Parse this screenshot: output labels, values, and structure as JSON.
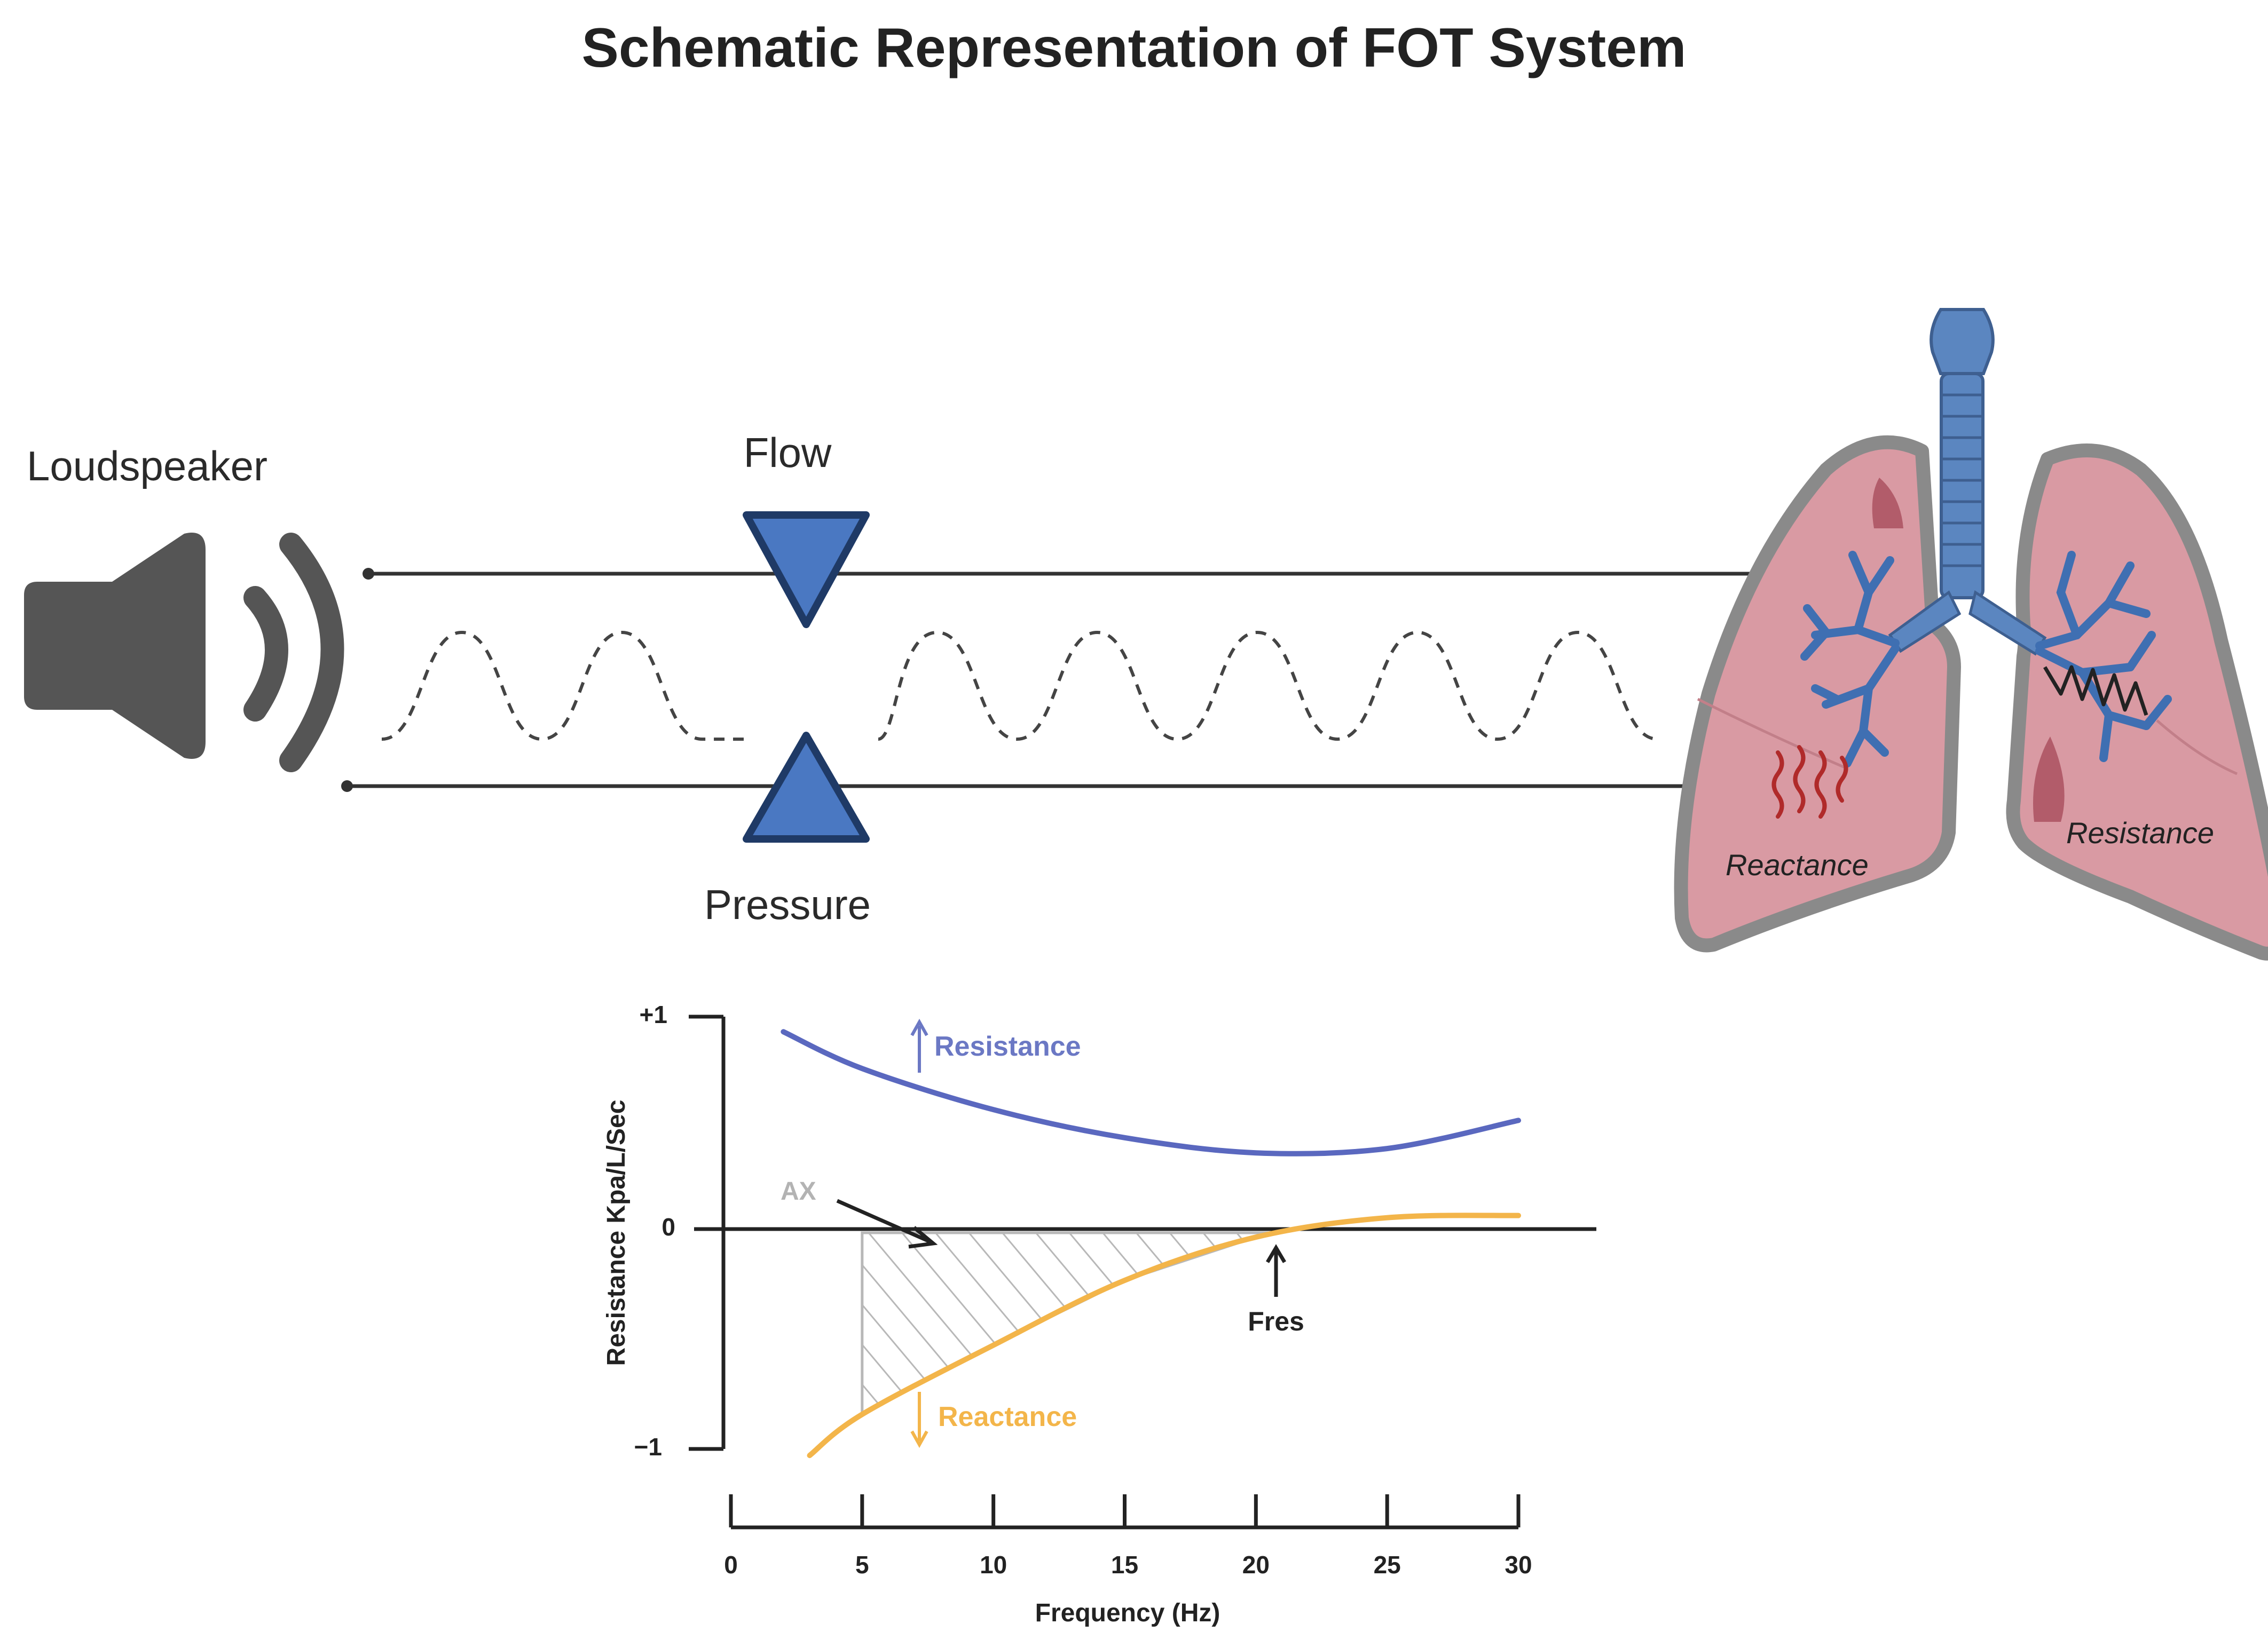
{
  "title": "Schematic Representation of FOT System",
  "labels": {
    "loudspeaker": "Loudspeaker",
    "flow": "Flow",
    "pressure": "Pressure",
    "lung_reactance": "Reactance",
    "lung_resistance": "Resistance"
  },
  "colors": {
    "speaker": "#555555",
    "sensor_fill": "#4a78c2",
    "sensor_stroke": "#1f3a66",
    "lung_fill": "#d99aa3",
    "lung_border": "#8a8a8a",
    "airway": "#5b86c0",
    "resistance_curve": "#5a68bf",
    "reactance_curve": "#f3b54a",
    "hatch": "#b8b8b8"
  },
  "icons": [
    "speaker-icon",
    "flow-sensor-icon",
    "pressure-sensor-icon",
    "lungs-icon"
  ],
  "chart_data": {
    "type": "line",
    "xlabel": "Frequency (Hz)",
    "ylabel": "Resistance Kpa/L/Sec",
    "x_ticks": [
      "0",
      "5",
      "10",
      "15",
      "20",
      "25",
      "30"
    ],
    "y_ticks": [
      "+1",
      "0",
      "−1"
    ],
    "xlim": [
      0,
      30
    ],
    "ylim": [
      -1,
      1
    ],
    "series": [
      {
        "name": "Resistance",
        "x": [
          2,
          5,
          10,
          15,
          20,
          25,
          30
        ],
        "y": [
          0.93,
          0.76,
          0.57,
          0.44,
          0.37,
          0.39,
          0.52
        ]
      },
      {
        "name": "Reactance",
        "x": [
          3,
          5,
          10,
          15,
          20,
          25,
          30
        ],
        "y": [
          -1.03,
          -0.84,
          -0.52,
          -0.22,
          -0.02,
          0.07,
          0.08
        ]
      }
    ],
    "annotations": {
      "ax_label": "AX",
      "fres_label": "Fres",
      "fres_x": 20.5,
      "ax_from": 5,
      "resistance_arrow": "up",
      "reactance_arrow": "down"
    }
  }
}
